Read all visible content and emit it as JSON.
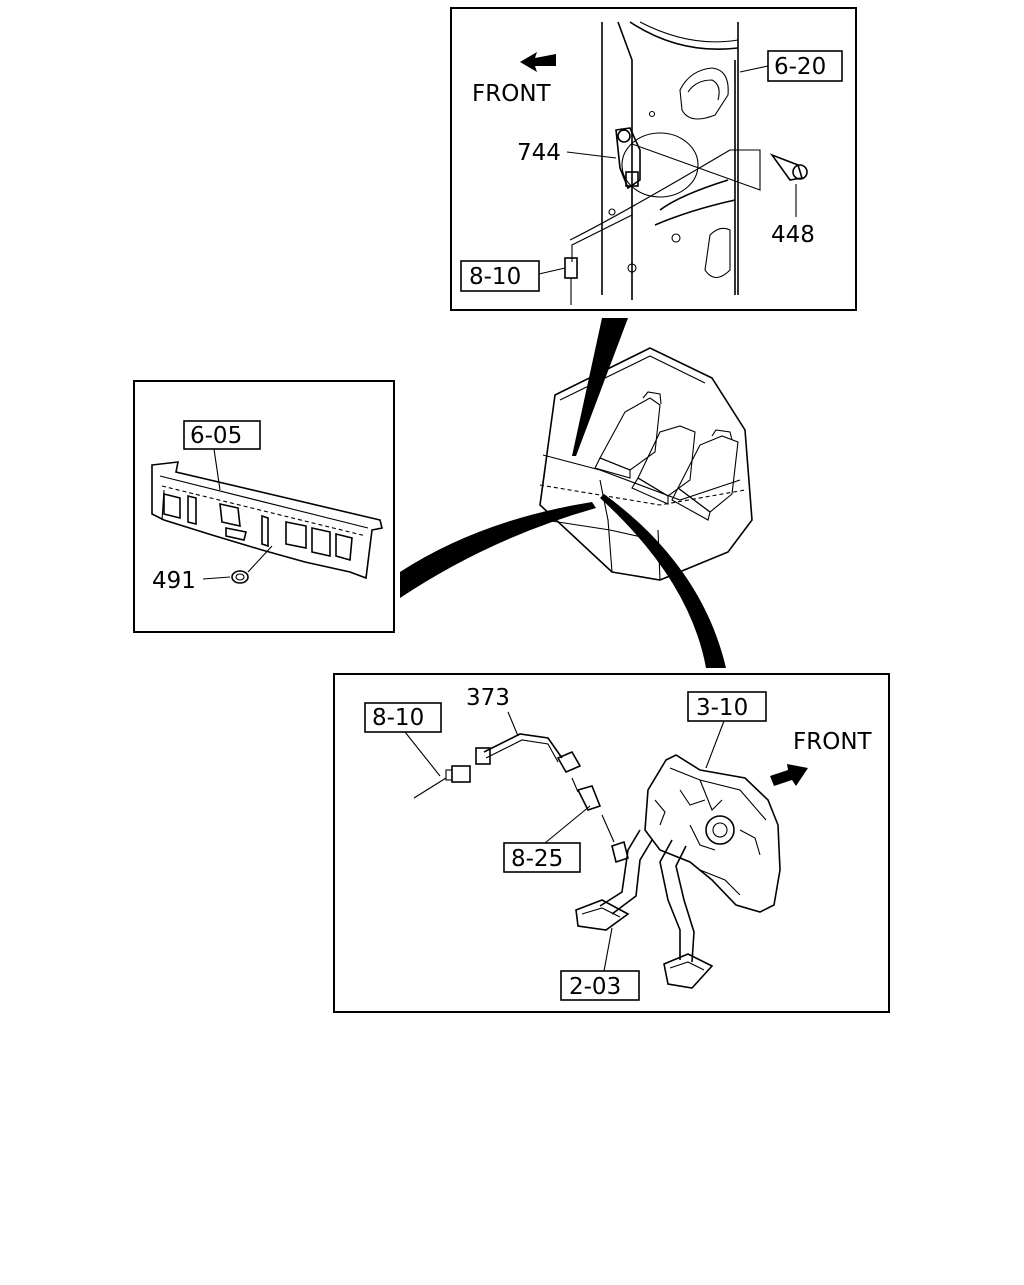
{
  "detail_top": {
    "direction_label": "FRONT",
    "callouts": {
      "ref_6_20": "6-20",
      "part_744": "744",
      "part_448": "448",
      "ref_8_10": "8-10"
    }
  },
  "detail_left": {
    "callouts": {
      "ref_6_05": "6-05",
      "part_491": "491"
    }
  },
  "detail_bottom": {
    "direction_label": "FRONT",
    "callouts": {
      "ref_8_10": "8-10",
      "part_373": "373",
      "ref_3_10": "3-10",
      "ref_8_25": "8-25",
      "ref_2_03": "2-03"
    }
  }
}
